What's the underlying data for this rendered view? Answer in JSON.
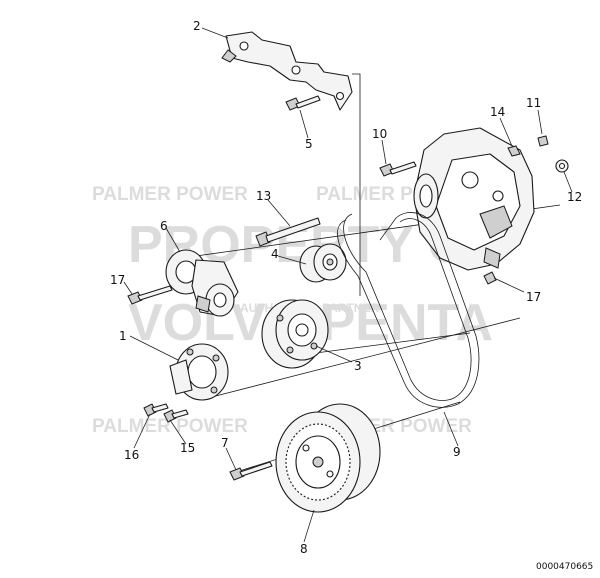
{
  "diagram": {
    "document_id": "0000470665",
    "watermarks": {
      "dealer_1": "PALMER POWER",
      "dealer_2": "PALMER POWER",
      "dealer_3": "PALMER POWER",
      "dealer_4": "PALMER POWER",
      "property_line": "PROPERTY OF",
      "brand_line": "VOLVO PENTA",
      "small_mark": "AUTHORIZED PARTNER"
    },
    "callouts": {
      "c1": "1",
      "c2": "2",
      "c3": "3",
      "c4": "4",
      "c5": "5",
      "c6": "6",
      "c7": "7",
      "c8": "8",
      "c9": "9",
      "c10": "10",
      "c11": "11",
      "c12": "12",
      "c13": "13",
      "c14": "14",
      "c15": "15",
      "c16": "16",
      "c17a": "17",
      "c17b": "17"
    }
  }
}
